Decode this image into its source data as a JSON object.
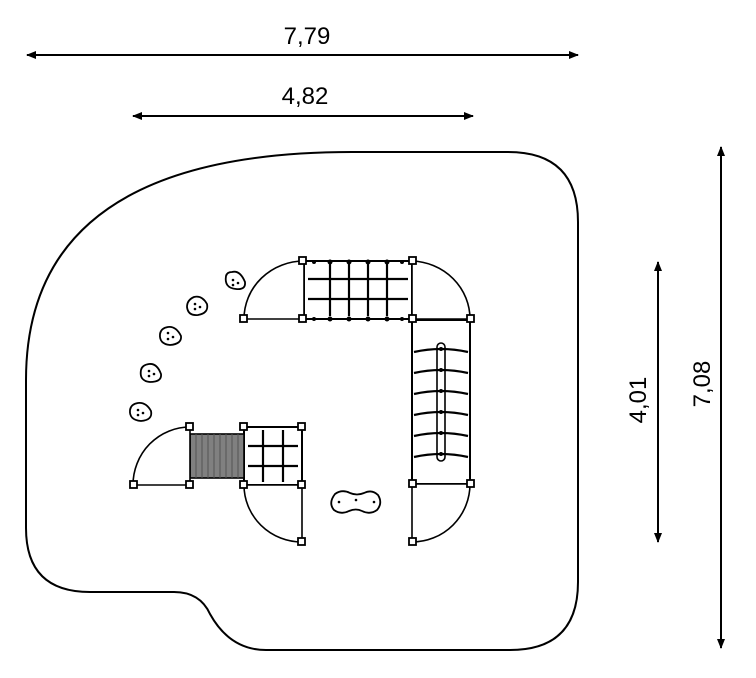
{
  "dimensions": {
    "total_width": "7,79",
    "equipment_width": "4,82",
    "equipment_depth": "4,01",
    "total_depth": "7,08"
  },
  "colors": {
    "line": "#000000",
    "background": "#ffffff",
    "tube_fill": "#808080",
    "net_fill": "#ffffff"
  },
  "icons": {
    "arrow": "arrow-head-icon",
    "climbing_hold": "climbing-hold-icon",
    "stepping_stone": "stepping-stone-icon"
  }
}
